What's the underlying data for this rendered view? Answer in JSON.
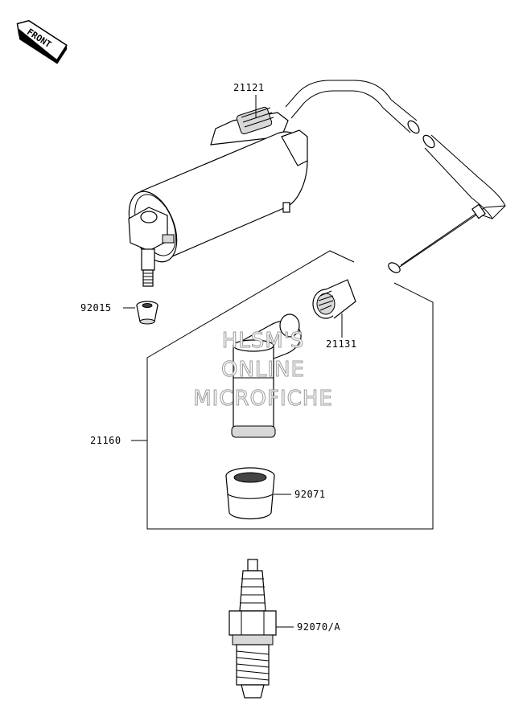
{
  "front_badge": {
    "text": "FRONT",
    "icon": "front-direction-arrow-icon"
  },
  "callouts": {
    "ignition_coil": "21121",
    "cap_nut": "92015",
    "high_tension_cable_cap": "21131",
    "plug_cap": "21160",
    "boot": "92071",
    "spark_plug": "92070/A"
  },
  "watermark": {
    "line1": "HLSM'S",
    "line2": "ONLINE",
    "line3": "MICROFICHE"
  },
  "colors": {
    "line": "#000000",
    "watermark_outline": "#9a9a9a",
    "background": "#ffffff"
  }
}
